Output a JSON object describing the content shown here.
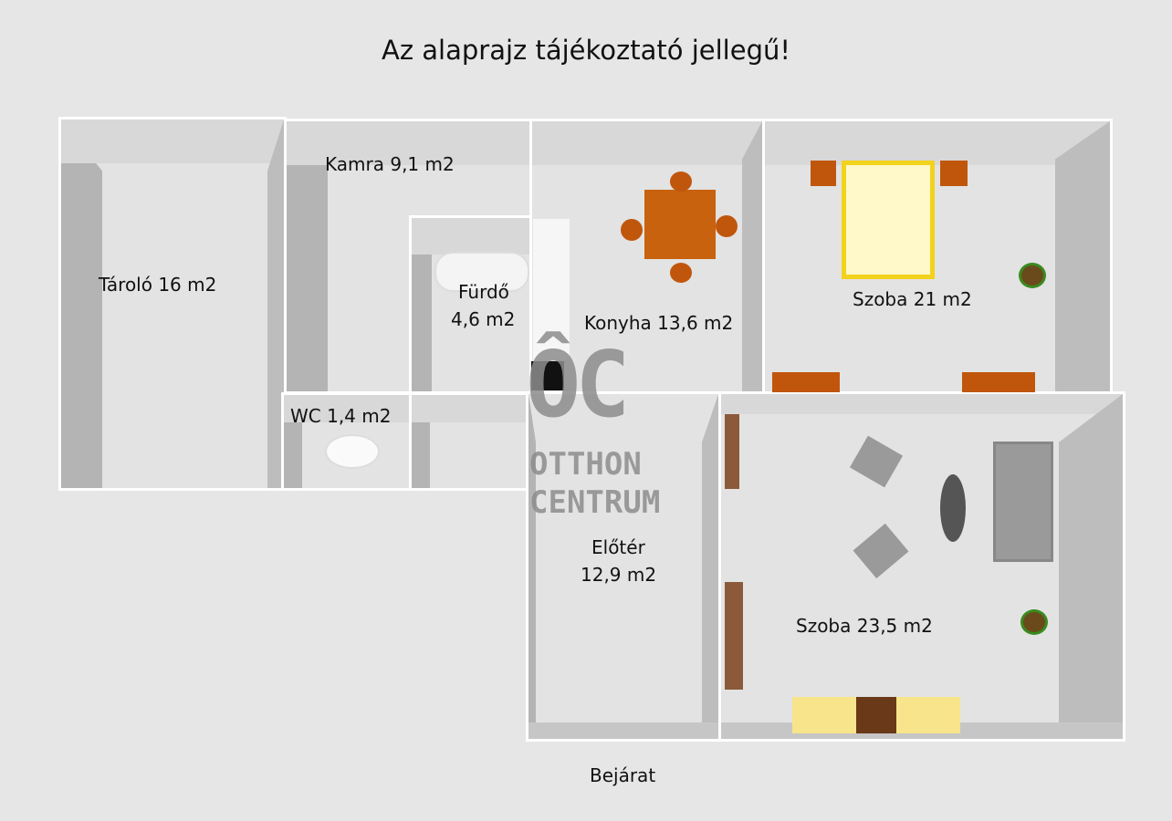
{
  "title": "Az alaprajz tájékoztató jellegű!",
  "rooms": {
    "taroló": "Tároló 16 m2",
    "kamra": "Kamra 9,1 m2",
    "furdo_name": "Fürdő",
    "furdo_area": "4,6 m2",
    "wc": "WC 1,4  m2",
    "konyha": "Konyha 13,6 m2",
    "szoba1": "Szoba 21 m2",
    "eloter_name": "Előtér",
    "eloter_area": "12,9 m2",
    "szoba2": "Szoba 23,5 m2"
  },
  "entrance": "Bejárat",
  "watermark": {
    "mark": "ÔC",
    "line1": "OTTHON",
    "line2": "CENTRUM"
  },
  "colors": {
    "wood": "#c8620e",
    "bed": "#fff8c8",
    "bed_frame": "#f2d21c",
    "sofa": "#9a9a9a",
    "walls": "#ffffff"
  }
}
